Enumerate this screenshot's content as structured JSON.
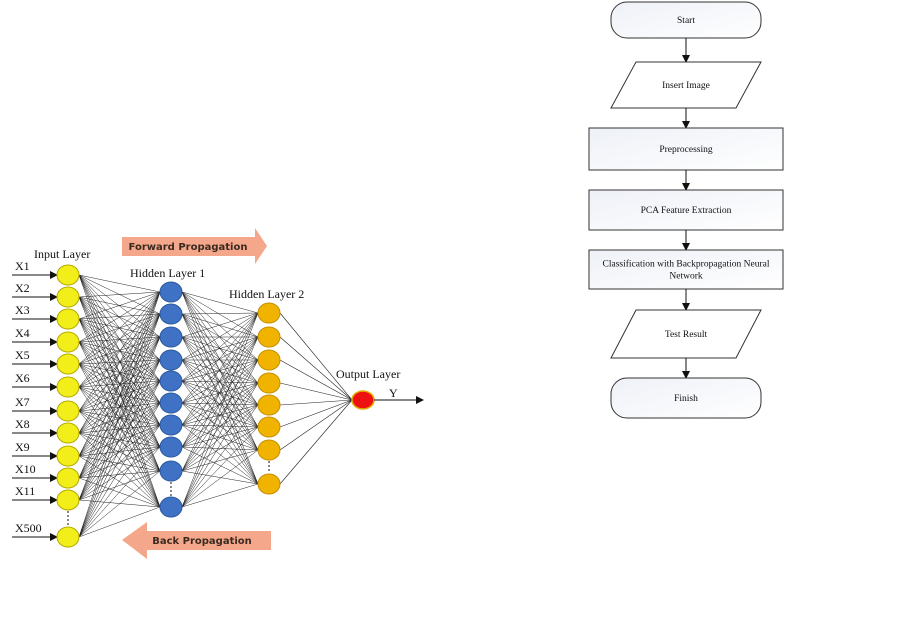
{
  "network": {
    "input_label": "Input Layer",
    "hidden1_label": "Hidden Layer 1",
    "hidden2_label": "Hidden Layer 2",
    "output_label": "Output Layer",
    "output_var": "Y",
    "inputs": [
      "X1",
      "X2",
      "X3",
      "X4",
      "X5",
      "X6",
      "X7",
      "X8",
      "X9",
      "X10",
      "X11",
      "X500"
    ],
    "hidden1_count_shown": 10,
    "hidden2_count_shown": 8,
    "forward_label": "Forward Propagation",
    "back_label": "Back Propagation",
    "colors": {
      "input": "#f2ee1a",
      "hidden1": "#3f72c4",
      "hidden2": "#f0b400",
      "output": "#ee1111",
      "arrow": "#f4a78a"
    }
  },
  "flowchart": {
    "steps": [
      {
        "label": "Start",
        "shape": "terminal"
      },
      {
        "label": "Insert Image",
        "shape": "io"
      },
      {
        "label": "Preprocessing",
        "shape": "process"
      },
      {
        "label": "PCA Feature Extraction",
        "shape": "process"
      },
      {
        "label": "Classification with Backpropagation Neural",
        "label2": "Network",
        "shape": "process"
      },
      {
        "label": "Test Result",
        "shape": "io"
      },
      {
        "label": "Finish",
        "shape": "terminal"
      }
    ]
  }
}
